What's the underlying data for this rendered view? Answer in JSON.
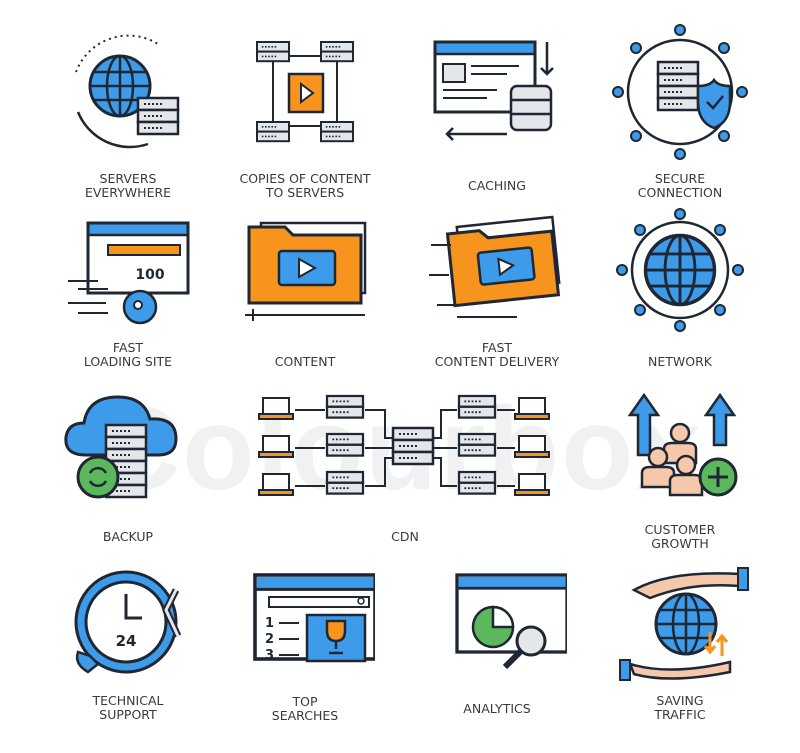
{
  "watermark": "Colourbox",
  "colors": {
    "blue": "#3d9be9",
    "orange": "#f7941d",
    "dark": "#1e2733",
    "gray": "#e4e6ea",
    "green": "#5cb85c",
    "skin": "#f6c8ab"
  },
  "icons": [
    {
      "name": "servers-everywhere",
      "label": [
        "SERVERS",
        "EVERYWHERE"
      ]
    },
    {
      "name": "copies-of-content",
      "label": [
        "COPIES OF CONTENT",
        "TO SERVERS"
      ]
    },
    {
      "name": "caching",
      "label": [
        "CACHING"
      ]
    },
    {
      "name": "secure-connection",
      "label": [
        "SECURE",
        "CONNECTION"
      ]
    },
    {
      "name": "fast-loading-site",
      "label": [
        "FAST",
        "LOADING SITE"
      ],
      "gauge_value": "100"
    },
    {
      "name": "content",
      "label": [
        "CONTENT"
      ]
    },
    {
      "name": "fast-content-delivery",
      "label": [
        "FAST",
        "CONTENT DELIVERY"
      ]
    },
    {
      "name": "network",
      "label": [
        "NETWORK"
      ]
    },
    {
      "name": "backup",
      "label": [
        "BACKUP"
      ]
    },
    {
      "name": "cdn",
      "label": [
        "CDN"
      ]
    },
    {
      "name": "customer-growth",
      "label": [
        "CUSTOMER",
        "GROWTH"
      ]
    },
    {
      "name": "technical-support",
      "label": [
        "TECHNICAL",
        "SUPPORT"
      ],
      "clock_text": "24"
    },
    {
      "name": "top-searches",
      "label": [
        "TOP",
        "SEARCHES"
      ],
      "list_numbers": [
        "1",
        "2",
        "3"
      ]
    },
    {
      "name": "analytics",
      "label": [
        "ANALYTICS"
      ]
    },
    {
      "name": "saving-traffic",
      "label": [
        "SAVING",
        "TRAFFIC"
      ]
    }
  ]
}
